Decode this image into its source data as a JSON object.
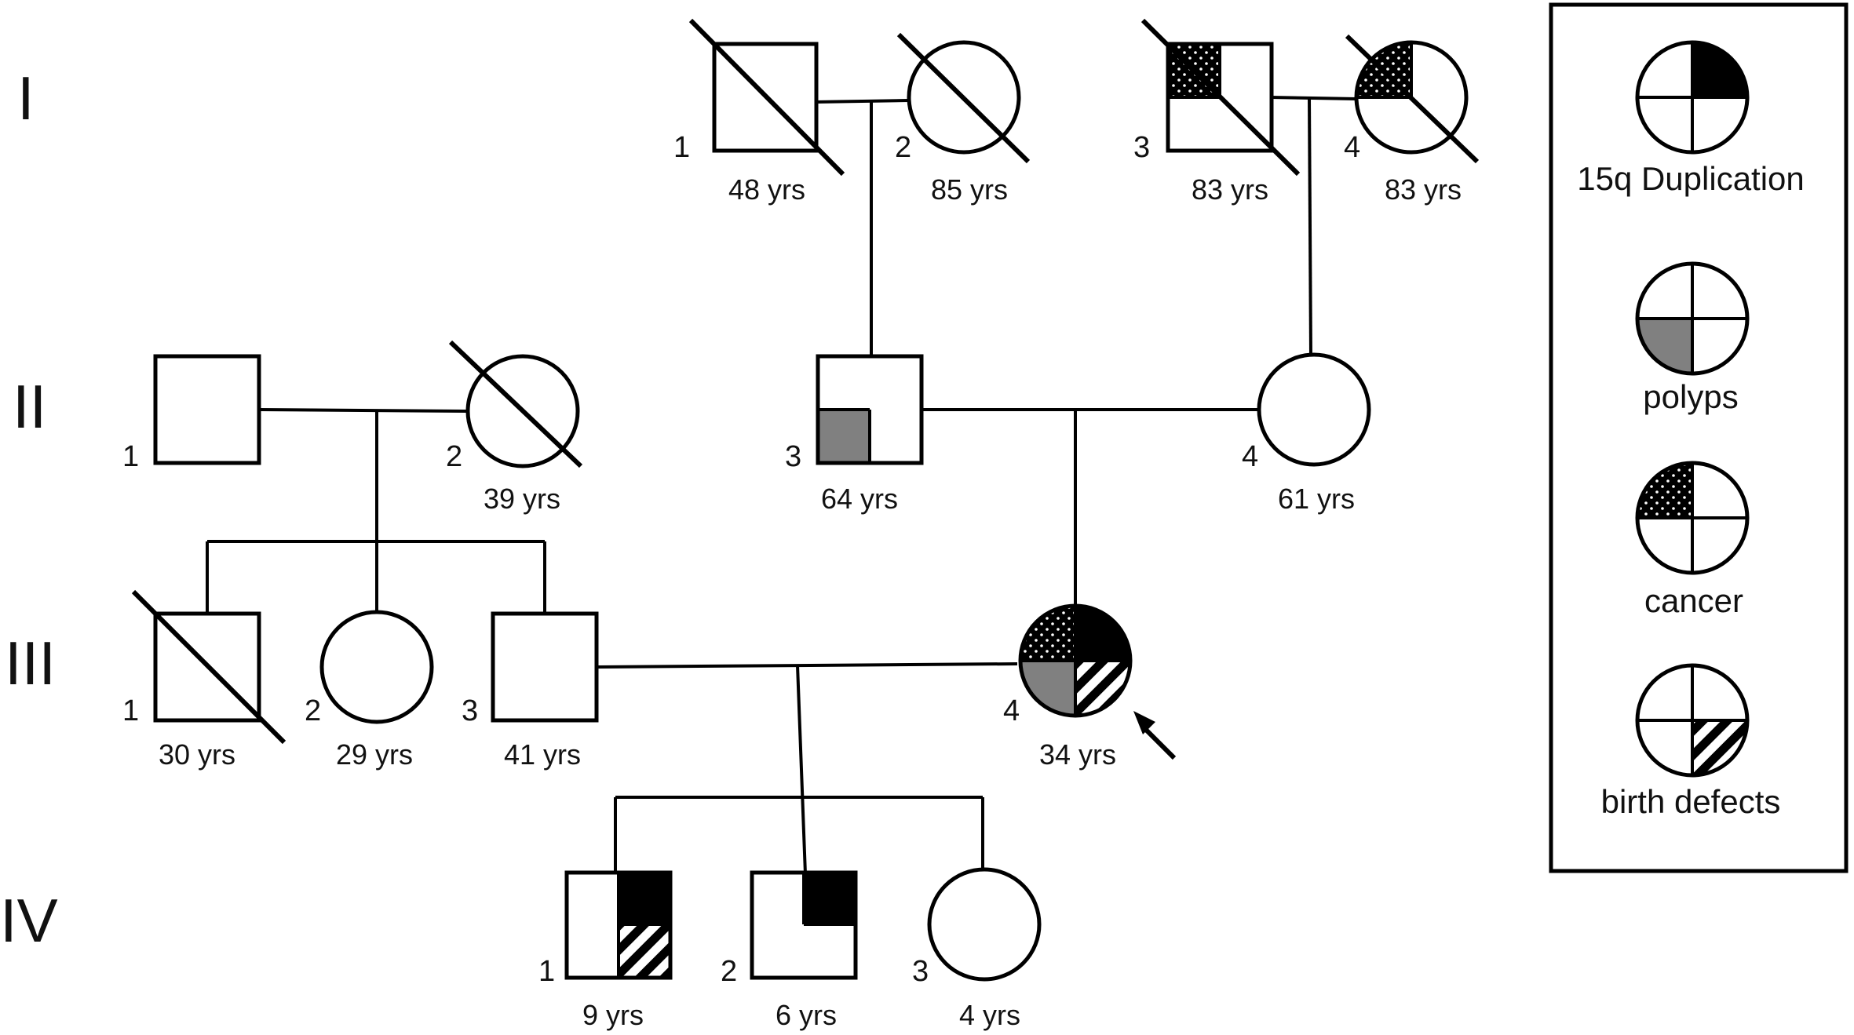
{
  "colors": {
    "duplication": "#000000",
    "polyps": "#808080",
    "cancer": "#000000",
    "birth_defects": "#000000",
    "line": "#000000",
    "background": "#ffffff"
  },
  "generations": [
    "I",
    "II",
    "III",
    "IV"
  ],
  "individuals": {
    "I1": {
      "number": "1",
      "age": "48 yrs",
      "sex": "male",
      "deceased": true,
      "traits": []
    },
    "I2": {
      "number": "2",
      "age": "85 yrs",
      "sex": "female",
      "deceased": true,
      "traits": []
    },
    "I3": {
      "number": "3",
      "age": "83 yrs",
      "sex": "male",
      "deceased": true,
      "traits": [
        "cancer"
      ]
    },
    "I4": {
      "number": "4",
      "age": "83 yrs",
      "sex": "female",
      "deceased": true,
      "traits": [
        "cancer"
      ]
    },
    "II1": {
      "number": "1",
      "age": "",
      "sex": "male",
      "deceased": false,
      "traits": []
    },
    "II2": {
      "number": "2",
      "age": "39 yrs",
      "sex": "female",
      "deceased": true,
      "traits": []
    },
    "II3": {
      "number": "3",
      "age": "64 yrs",
      "sex": "male",
      "deceased": false,
      "traits": [
        "polyps"
      ]
    },
    "II4": {
      "number": "4",
      "age": "61 yrs",
      "sex": "female",
      "deceased": false,
      "traits": []
    },
    "III1": {
      "number": "1",
      "age": "30 yrs",
      "sex": "male",
      "deceased": true,
      "traits": []
    },
    "III2": {
      "number": "2",
      "age": "29 yrs",
      "sex": "female",
      "deceased": false,
      "traits": []
    },
    "III3": {
      "number": "3",
      "age": "41 yrs",
      "sex": "male",
      "deceased": false,
      "traits": []
    },
    "III4": {
      "number": "4",
      "age": "34 yrs",
      "sex": "female",
      "deceased": false,
      "proband": true,
      "traits": [
        "duplication",
        "cancer",
        "polyps",
        "birth_defects"
      ]
    },
    "IV1": {
      "number": "1",
      "age": "9 yrs",
      "sex": "male",
      "deceased": false,
      "traits": [
        "duplication",
        "birth_defects"
      ]
    },
    "IV2": {
      "number": "2",
      "age": "6 yrs",
      "sex": "male",
      "deceased": false,
      "traits": [
        "duplication"
      ]
    },
    "IV3": {
      "number": "3",
      "age": "4 yrs",
      "sex": "female",
      "deceased": false,
      "traits": []
    }
  },
  "legend": [
    {
      "trait": "duplication",
      "label": "15q Duplication"
    },
    {
      "trait": "polyps",
      "label": "polyps"
    },
    {
      "trait": "cancer",
      "label": "cancer"
    },
    {
      "trait": "birth_defects",
      "label": "birth defects"
    }
  ]
}
